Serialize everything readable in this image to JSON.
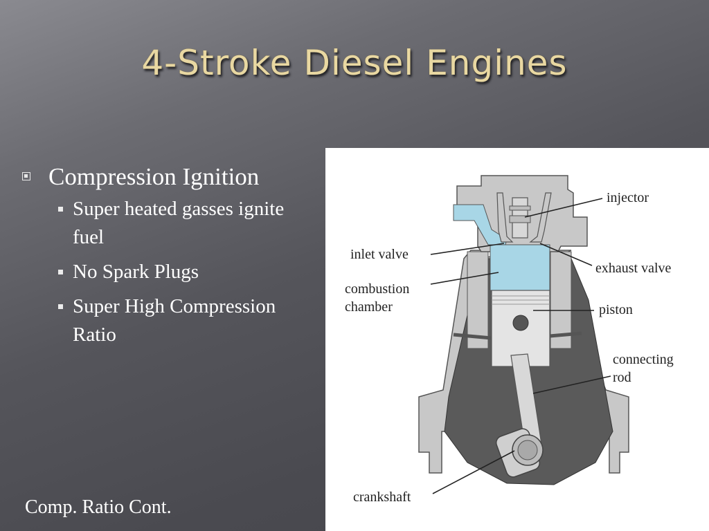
{
  "title": "4-Stroke Diesel Engines",
  "bullet": {
    "main": "Compression Ignition",
    "subs": [
      "Super heated gasses ignite fuel",
      "No Spark Plugs",
      "Super High Compression Ratio"
    ]
  },
  "footer": "Comp. Ratio Cont.",
  "diagram": {
    "labels": {
      "injector": "injector",
      "inlet_valve": "inlet valve",
      "exhaust_valve": "exhaust valve",
      "combustion_1": "combustion",
      "combustion_2": "chamber",
      "piston": "piston",
      "connecting_1": "connecting",
      "connecting_2": "rod",
      "crankshaft": "crankshaft"
    },
    "colors": {
      "chamber": "#a8d6e6",
      "metal": "#c8c8c8",
      "crankcase": "#5a5a5a",
      "piston": "#e4e4e4"
    }
  }
}
